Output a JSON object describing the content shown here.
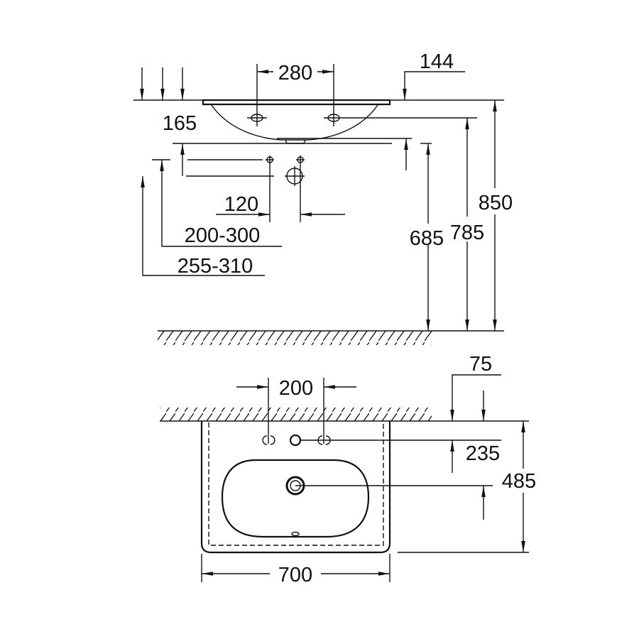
{
  "side_view": {
    "dims": {
      "tap_spacing": "280",
      "rim_offset": "144",
      "bowl_depth": "165",
      "valve_spacing": "120",
      "supply_height": "200-300",
      "drain_height": "255-310",
      "drain_to_floor": "685",
      "tap_to_floor": "785",
      "rim_to_floor": "850"
    }
  },
  "top_view": {
    "dims": {
      "tap_spacing": "200",
      "wall_offset": "75",
      "tap_from_wall": "235",
      "depth": "485",
      "width": "700"
    }
  }
}
